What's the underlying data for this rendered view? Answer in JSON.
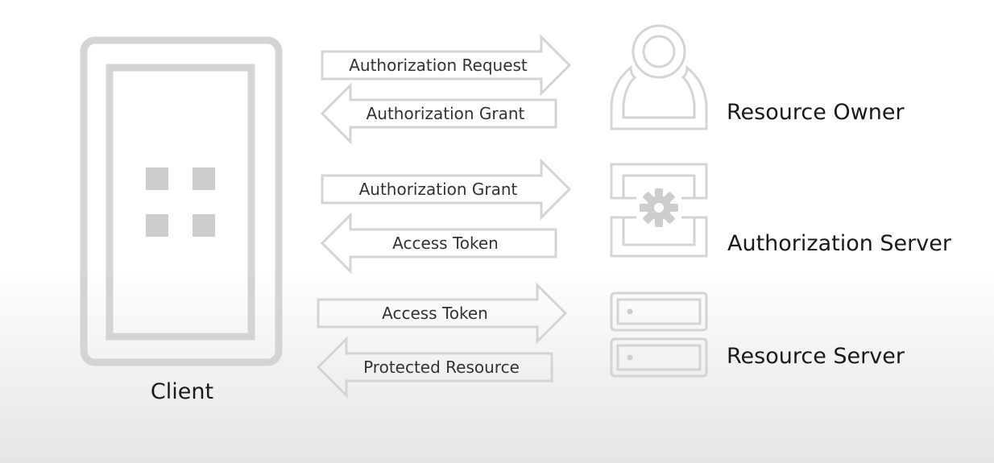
{
  "client": {
    "label": "Client",
    "icon": "mobile-app-grid-icon"
  },
  "flows": [
    {
      "label": "Authorization Request",
      "direction": "right"
    },
    {
      "label": "Authorization Grant",
      "direction": "left"
    },
    {
      "label": "Authorization Grant",
      "direction": "right"
    },
    {
      "label": "Access Token",
      "direction": "left"
    },
    {
      "label": "Access Token",
      "direction": "right"
    },
    {
      "label": "Protected Resource",
      "direction": "left"
    }
  ],
  "entities": [
    {
      "label": "Resource Owner",
      "icon": "user-icon"
    },
    {
      "label": "Authorization Server",
      "icon": "gear-server-icon"
    },
    {
      "label": "Resource Server",
      "icon": "database-server-icon"
    }
  ],
  "colors": {
    "outline": "#d4d4d4",
    "fill": "#cdcdcd",
    "text": "#333333"
  }
}
